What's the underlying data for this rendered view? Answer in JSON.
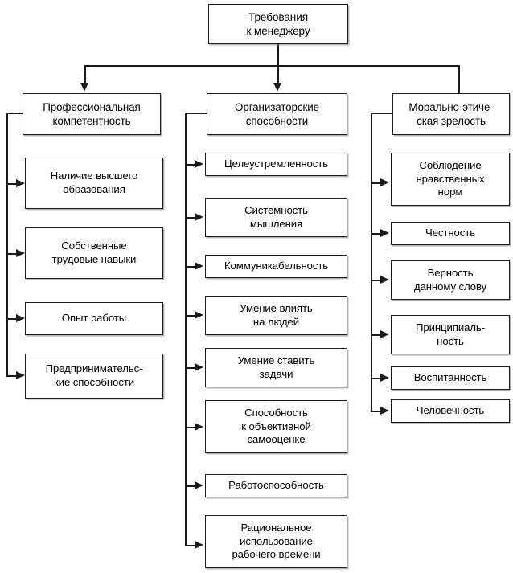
{
  "diagram": {
    "type": "hierarchy-tree",
    "title_box": {
      "label": "Требования\nк менеджеру"
    },
    "branches": [
      {
        "id": "professional",
        "label": "Профессиональная\nкомпетентность",
        "children": [
          {
            "label": "Наличие высшего\nобразования"
          },
          {
            "label": "Собственные\nтрудовые навыки"
          },
          {
            "label": "Опыт работы"
          },
          {
            "label": "Предпринимательс-\nкие способности"
          }
        ]
      },
      {
        "id": "organizational",
        "label": "Организаторские\nспособности",
        "children": [
          {
            "label": "Целеустремленность"
          },
          {
            "label": "Системность\nмышления"
          },
          {
            "label": "Коммуникабельность"
          },
          {
            "label": "Умение влиять\nна людей"
          },
          {
            "label": "Умение ставить\nзадачи"
          },
          {
            "label": "Способность\nк объективной\nсамооценке"
          },
          {
            "label": "Работоспособность"
          },
          {
            "label": "Рациональное\nиспользование\nрабочего времени"
          }
        ]
      },
      {
        "id": "moral-ethical",
        "label": "Морально-этиче-\nская зрелость",
        "children": [
          {
            "label": "Соблюдение\nнравственных\nнорм"
          },
          {
            "label": "Честность"
          },
          {
            "label": "Верность\nданному  слову"
          },
          {
            "label": "Принципиаль-\nность"
          },
          {
            "label": "Воспитанность"
          },
          {
            "label": "Человечность"
          }
        ]
      }
    ],
    "colors": {
      "stroke": "#1a1a1a",
      "fill": "#ffffff",
      "text": "#000000",
      "shadow": "#787878"
    }
  }
}
